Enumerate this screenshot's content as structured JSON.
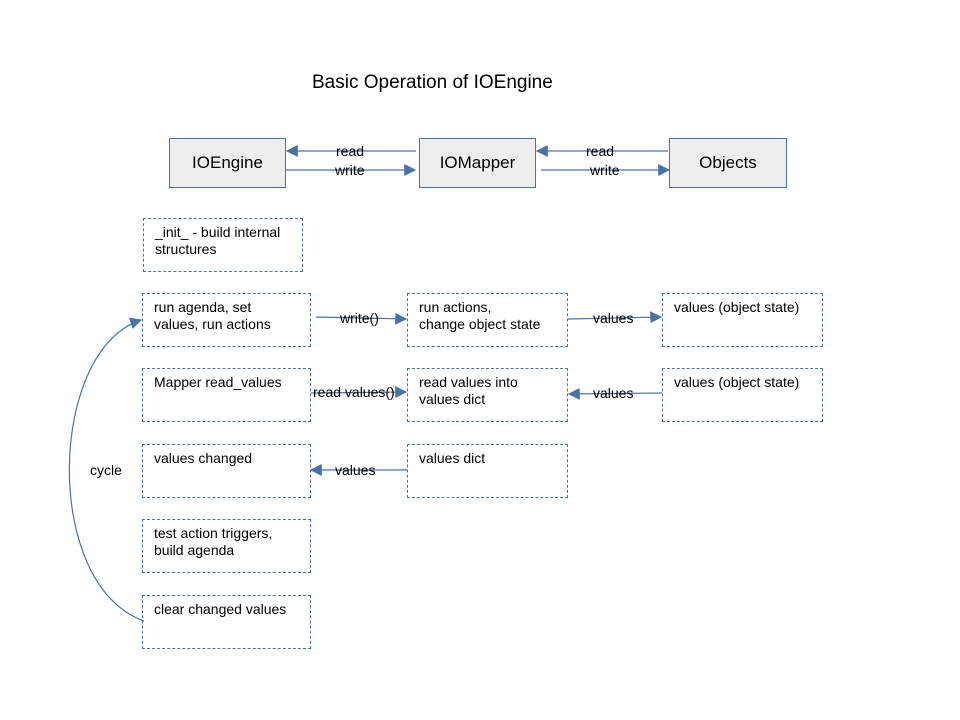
{
  "title": "Basic Operation of IOEngine",
  "top_row": {
    "ioengine": "IOEngine",
    "iomapper": "IOMapper",
    "objects": "Objects",
    "left_read": "read",
    "left_write": "write",
    "right_read": "read",
    "right_write": "write"
  },
  "engine_steps": {
    "init": "_init_ - build internal\nstructures",
    "run_agenda": "run agenda, set\nvalues, run actions",
    "mapper_read": "Mapper read_values",
    "values_changed": "values changed",
    "test_triggers": "test action triggers,\nbuild agenda",
    "clear_changed": "clear changed values"
  },
  "mapper_steps": {
    "run_actions": "run actions,\nchange object state",
    "read_values": "read values into\nvalues dict",
    "values_dict": "values dict"
  },
  "object_steps": {
    "state_1": "values (object state)",
    "state_2": "values (object state)"
  },
  "edge_labels": {
    "write_call": "write()",
    "read_values_call": "read values()",
    "values_to_objects": "values",
    "values_from_objects": "values",
    "values_to_engine": "values",
    "cycle": "cycle"
  },
  "colors": {
    "stroke": "#4a72a8",
    "box_fill": "#eeeeee"
  }
}
